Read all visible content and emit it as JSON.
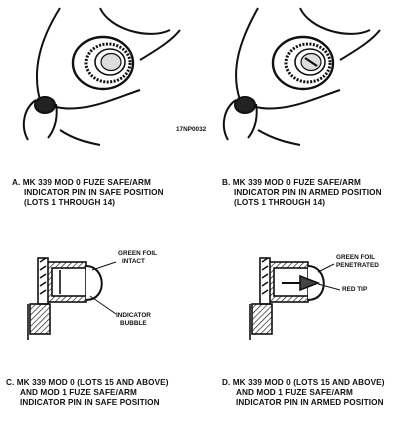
{
  "figure_code": "17NP0032",
  "panels": [
    {
      "letter": "A.",
      "lines": [
        "MK 339 MOD 0 FUZE SAFE/ARM",
        "INDICATOR PIN IN SAFE POSITION",
        "(LOTS 1 THROUGH 14)"
      ]
    },
    {
      "letter": "B.",
      "lines": [
        "MK 339 MOD 0 FUZE SAFE/ARM",
        "INDICATOR PIN IN ARMED POSITION",
        "(LOTS 1 THROUGH 14)"
      ]
    },
    {
      "letter": "C.",
      "lines": [
        "MK 339 MOD 0 (LOTS 15 AND ABOVE)",
        "AND  MOD 1 FUZE SAFE/ARM",
        "INDICATOR PIN IN SAFE POSITION"
      ]
    },
    {
      "letter": "D.",
      "lines": [
        "MK 339 MOD 0 (LOTS 15 AND ABOVE)",
        "AND  MOD 1 FUZE SAFE/ARM",
        "INDICATOR PIN IN ARMED POSITION"
      ]
    }
  ],
  "callouts": {
    "c_foil": [
      "GREEN FOIL",
      "INTACT"
    ],
    "c_bubble": [
      "INDICATOR",
      "BUBBLE"
    ],
    "d_foil": [
      "GREEN FOIL",
      "PENETRATED"
    ],
    "d_tip": "RED TIP"
  }
}
